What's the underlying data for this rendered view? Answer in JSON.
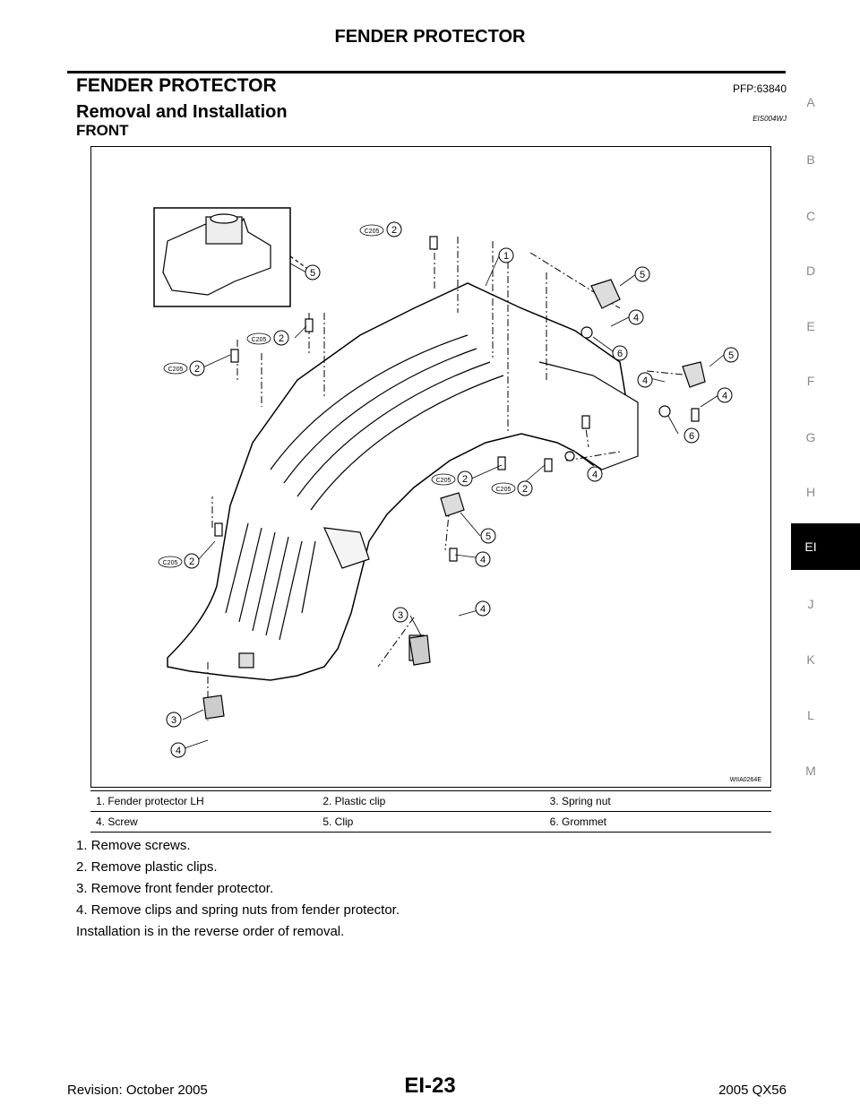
{
  "header": {
    "title": "FENDER PROTECTOR"
  },
  "section": {
    "title": "FENDER PROTECTOR",
    "pfp": "PFP:63840"
  },
  "subsection": {
    "title": "Removal and Installation",
    "code": "EIS004WJ"
  },
  "front_label": "FRONT",
  "figure": {
    "code": "WIIA0264E",
    "callouts": {
      "n1": "1",
      "n2": "2",
      "n3": "3",
      "n4": "4",
      "n5": "5",
      "n6": "6",
      "clip_tag": "C205"
    }
  },
  "legend": [
    [
      "1.   Fender protector LH",
      "2.   Plastic clip",
      "3.   Spring nut"
    ],
    [
      "4.   Screw",
      "5.   Clip",
      "6.   Grommet"
    ]
  ],
  "steps": [
    "1.   Remove screws.",
    "2.   Remove plastic clips.",
    "3.   Remove front fender protector.",
    "4.   Remove clips and spring nuts from fender protector.",
    "Installation is in the reverse order of removal."
  ],
  "sidebar": {
    "letters": [
      "A",
      "B",
      "C",
      "D",
      "E",
      "F",
      "G",
      "H",
      "EI",
      "J",
      "K",
      "L",
      "M"
    ],
    "active": "EI"
  },
  "footer": {
    "left": "Revision: October 2005",
    "center": "EI-23",
    "right": "2005 QX56"
  }
}
